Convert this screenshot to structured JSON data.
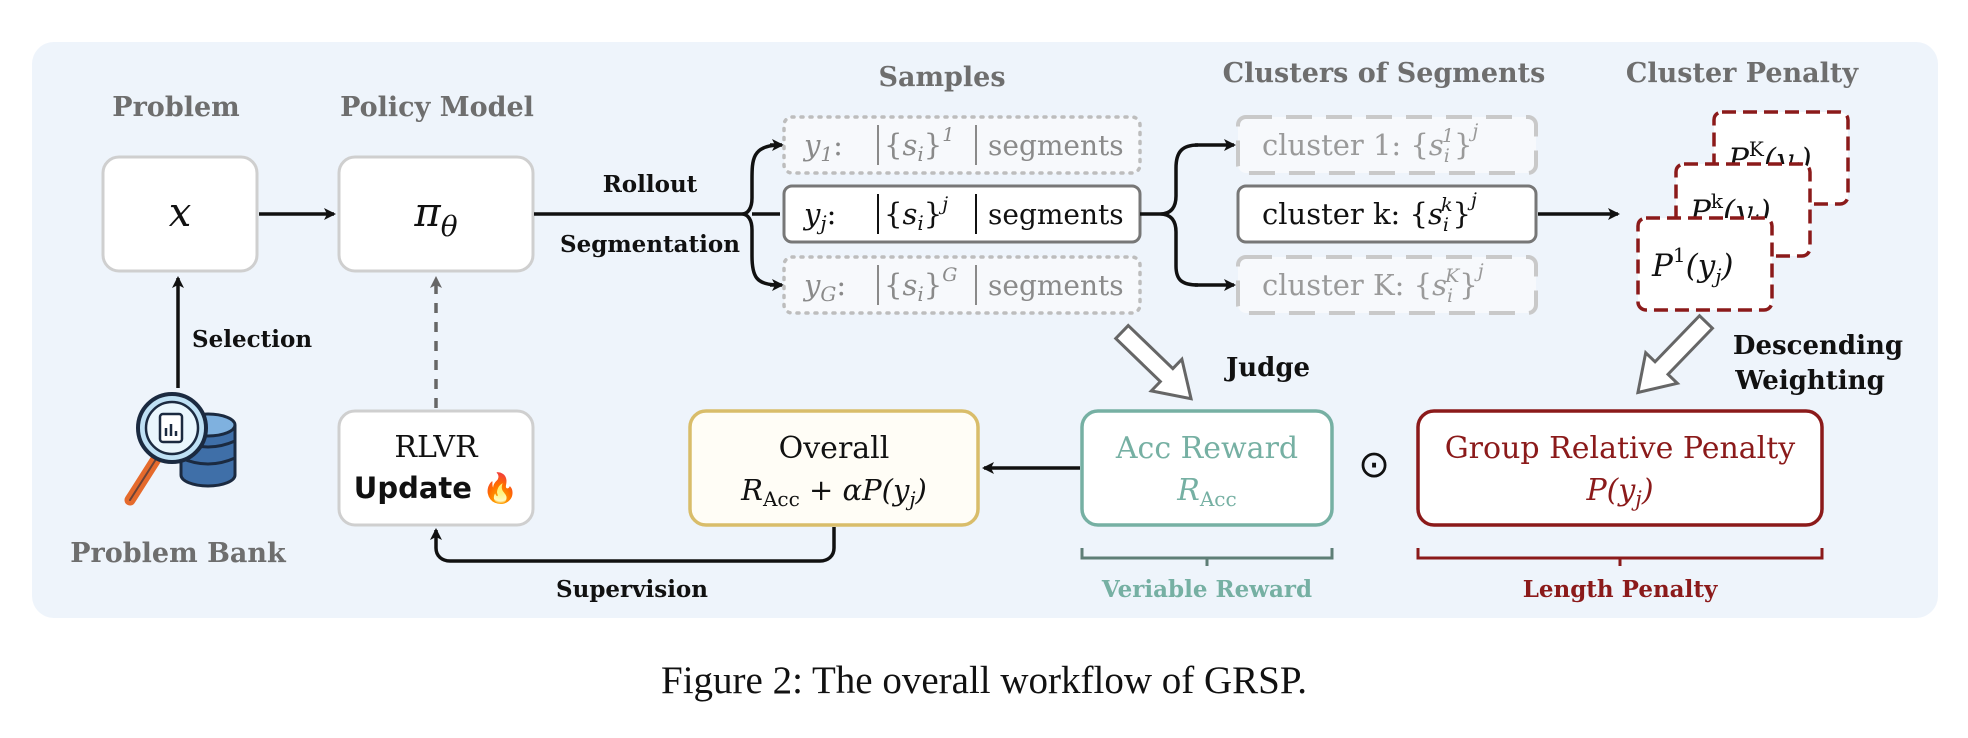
{
  "colors": {
    "panel_bg": "#eef4fb",
    "box_border": "#cfcfcf",
    "gray_text": "#6e6e6e",
    "teal": "#76b0a3",
    "gold": "#d9bd6a",
    "maroon": "#8b1a1a"
  },
  "labels": {
    "problem": "Problem",
    "policy_model": "Policy Model",
    "samples": "Samples",
    "clusters": "Clusters of Segments",
    "cluster_penalty": "Cluster Penalty",
    "problem_bank": "Problem Bank",
    "selection": "Selection",
    "rollout": "Rollout",
    "segmentation": "Segmentation",
    "judge": "Judge",
    "descending": "Descending",
    "weighting": "Weighting",
    "supervision": "Supervision",
    "veriable_reward": "Veriable Reward",
    "length_penalty": "Length Penalty"
  },
  "math": {
    "x": "x",
    "pi": "π",
    "theta": "θ",
    "segments": "segments",
    "s": "s",
    "i": "i"
  },
  "samples": [
    {
      "y_sub": "1",
      "power": "1",
      "style": "faded"
    },
    {
      "y_sub": "j",
      "power": "j",
      "style": "solid"
    },
    {
      "y_sub": "G",
      "power": "G",
      "style": "faded"
    }
  ],
  "clusters": [
    {
      "prefix": "cluster 1:",
      "sup": "1",
      "style": "faded"
    },
    {
      "prefix": "cluster k:",
      "sup": "k",
      "style": "solid"
    },
    {
      "prefix": "cluster K:",
      "sup": "K",
      "style": "faded"
    }
  ],
  "penalties": [
    {
      "P": "P",
      "sup": "K"
    },
    {
      "P": "P",
      "sup": "k"
    },
    {
      "P": "P",
      "sup": "1"
    }
  ],
  "rlvr": {
    "line1": "RLVR",
    "line2": "Update",
    "emoji": "🔥"
  },
  "overall": {
    "title": "Overall",
    "formula_a": "R",
    "formula_sub": "Acc",
    "formula_b": " + αP(y",
    "formula_sub2": "j",
    "formula_c": ")"
  },
  "acc_reward": {
    "title": "Acc Reward",
    "R": "R",
    "sub": "Acc"
  },
  "odot": "⊙",
  "group_penalty": {
    "title": "Group Relative Penalty",
    "formula": "P(y",
    "sub": "j",
    "close": ")"
  },
  "caption": "Figure 2: The overall workflow of GRSP."
}
